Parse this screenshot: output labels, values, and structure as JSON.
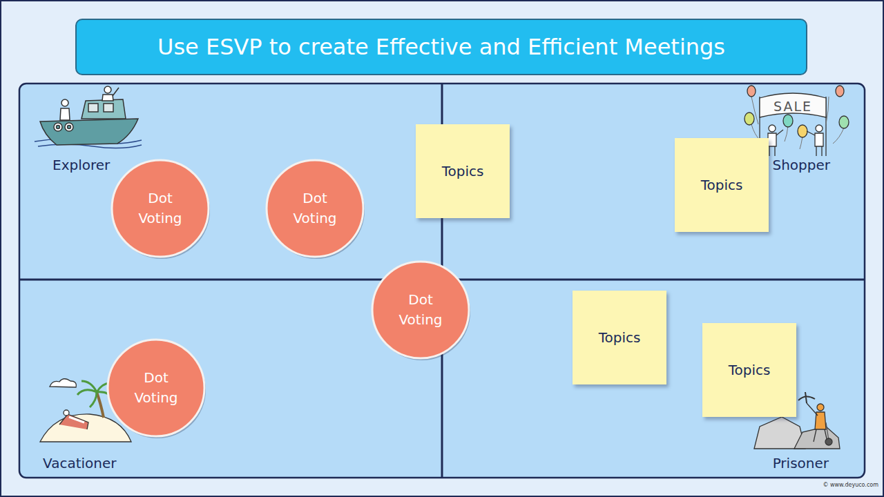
{
  "diagram": {
    "title": "Use ESVP to create Effective and Efficient Meetings",
    "nodes": [
      {
        "text": [
          "Explorer"
        ]
      },
      {
        "text": [
          "Dot Voting"
        ],
        "in": 0
      },
      {
        "text": [
          "Dot Voting"
        ],
        "in": 0
      },
      {
        "text": [
          "Topics"
        ]
      },
      {
        "text": [
          "Shopper"
        ]
      },
      {
        "text": [
          "Topics"
        ],
        "in": 4
      },
      {
        "text": [
          "Dot Voting"
        ]
      },
      {
        "text": [
          "Vacationer"
        ]
      },
      {
        "text": [
          "Dot Voting"
        ],
        "in": 7
      },
      {
        "text": [
          "Prisoner"
        ]
      },
      {
        "text": [
          "Topics"
        ],
        "in": 9
      },
      {
        "text": [
          "Topics"
        ],
        "in": 9
      }
    ],
    "labels": [
      "SALE",
      "© www.deyuco.com"
    ]
  }
}
